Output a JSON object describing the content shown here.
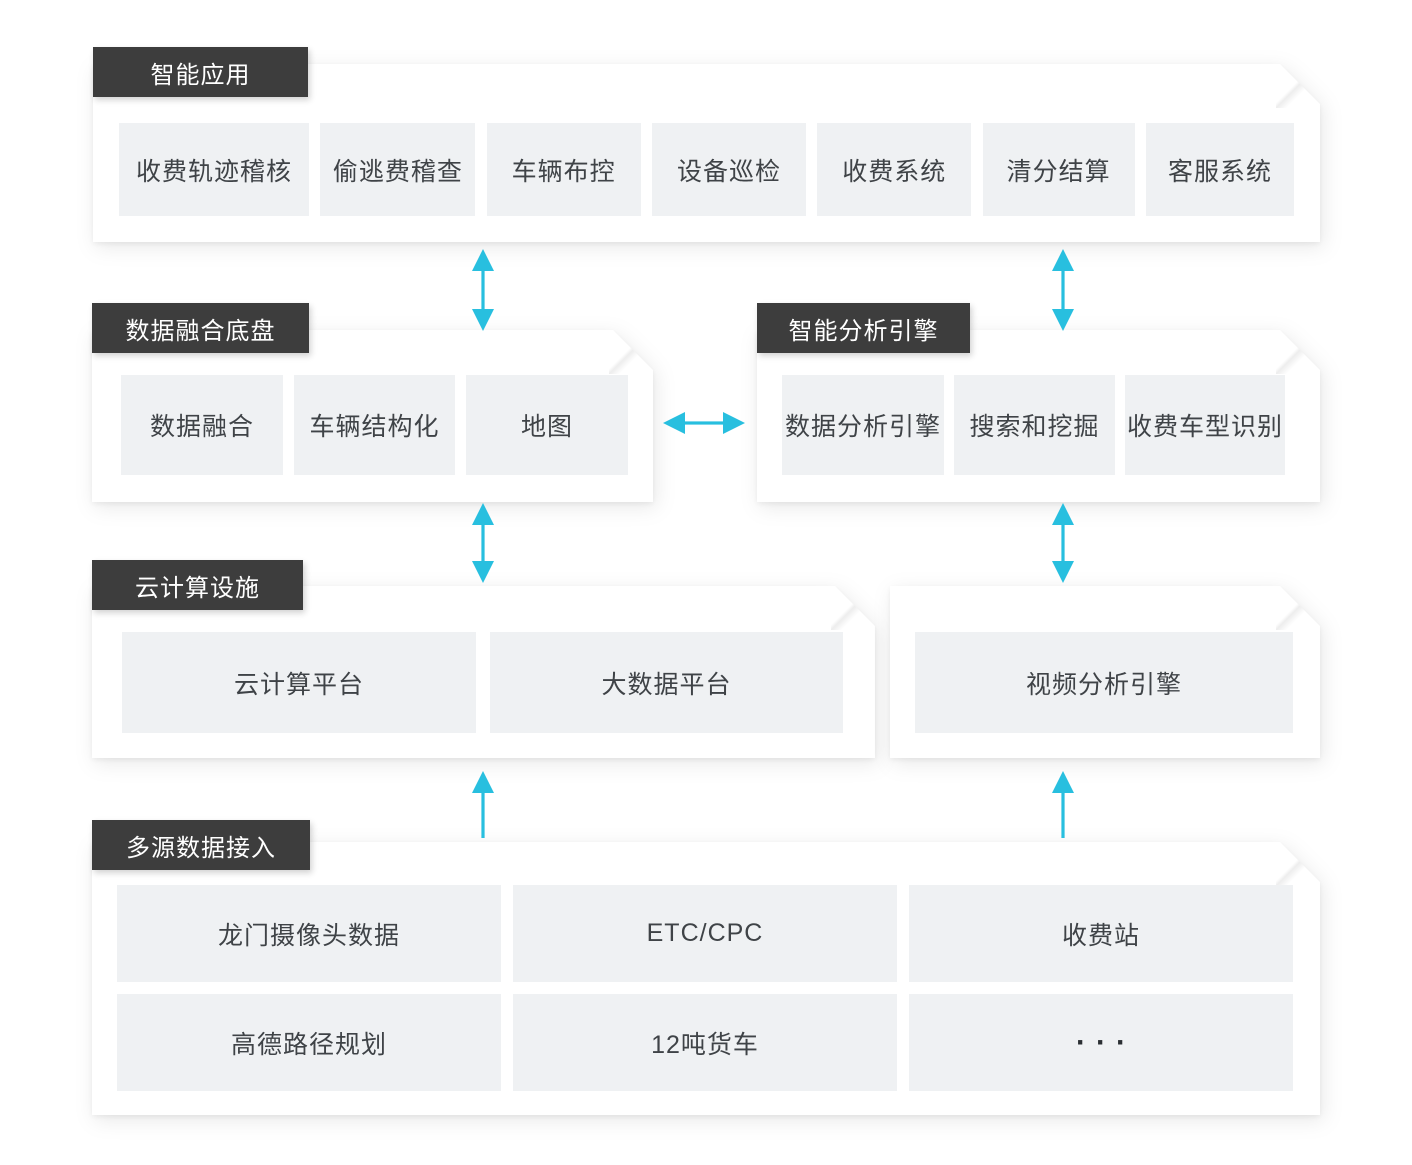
{
  "diagram_title": "highway-toll-ai-architecture",
  "colors": {
    "accent_arrow": "#28bfdf",
    "label_bg": "#3d3d3d",
    "label_text": "#ffffff",
    "item_bg": "#eff1f3",
    "item_text": "#3f4347",
    "panel_bg": "#ffffff",
    "page_bg": "#ffffff"
  },
  "layers": {
    "applications": {
      "label": "智能应用",
      "items": [
        "收费轨迹稽核",
        "偷逃费稽查",
        "车辆布控",
        "设备巡检",
        "收费系统",
        "清分结算",
        "客服系统"
      ]
    },
    "data_fusion": {
      "label": "数据融合底盘",
      "items": [
        "数据融合",
        "车辆结构化",
        "地图"
      ]
    },
    "analysis_engine": {
      "label": "智能分析引擎",
      "items": [
        "数据分析引擎",
        "搜索和挖掘",
        "收费车型识别"
      ]
    },
    "cloud": {
      "label": "云计算设施",
      "items": [
        "云计算平台",
        "大数据平台"
      ]
    },
    "video": {
      "items": [
        "视频分析引擎"
      ]
    },
    "data_sources": {
      "label": "多源数据接入",
      "items": [
        "龙门摄像头数据",
        "ETC/CPC",
        "收费站",
        "高德路径规划",
        "12吨货车",
        "···"
      ]
    }
  },
  "connections": [
    {
      "from": "applications",
      "to": "data_fusion",
      "type": "bidirectional"
    },
    {
      "from": "applications",
      "to": "analysis_engine",
      "type": "bidirectional"
    },
    {
      "from": "data_fusion",
      "to": "analysis_engine",
      "type": "bidirectional"
    },
    {
      "from": "data_fusion",
      "to": "cloud",
      "type": "bidirectional"
    },
    {
      "from": "analysis_engine",
      "to": "video",
      "type": "bidirectional"
    },
    {
      "from": "data_sources",
      "to": "cloud",
      "type": "up"
    },
    {
      "from": "data_sources",
      "to": "video",
      "type": "up"
    }
  ]
}
